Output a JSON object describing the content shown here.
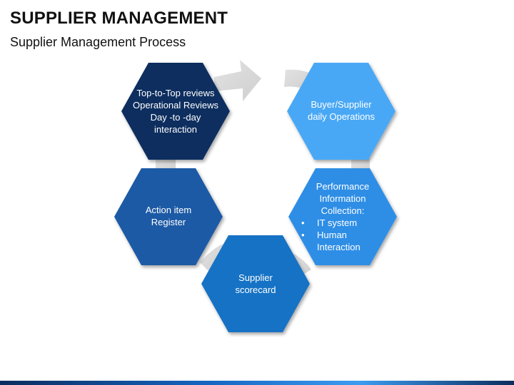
{
  "header": {
    "title": "SUPPLIER MANAGEMENT",
    "subtitle": "Supplier Management Process"
  },
  "colors": {
    "hex_dark_navy": "#0d2f5e",
    "hex_medium_blue": "#1d5aa5",
    "hex_blue": "#1672c4",
    "hex_bright_blue": "#2f8ee6",
    "hex_light_blue": "#48a8f5",
    "arrow_gray": "#d6d6d6",
    "bottom_bar_dark": "#0b2d5e",
    "bottom_bar_light": "#3d9cf0"
  },
  "hexagons": {
    "reviews": {
      "lines": [
        "Top-to-Top reviews",
        "Operational Reviews",
        "Day -to -day",
        "interaction"
      ]
    },
    "operations": {
      "lines": [
        "Buyer/Supplier",
        "daily Operations"
      ]
    },
    "action": {
      "lines": [
        "Action item",
        "Register"
      ]
    },
    "performance": {
      "lines": [
        "Performance",
        "Information",
        "Collection:"
      ],
      "bullet_symbol": "•",
      "bullets": [
        "IT system",
        "Human",
        "Interaction"
      ]
    },
    "scorecard": {
      "lines": [
        "Supplier",
        "scorecard"
      ]
    }
  }
}
